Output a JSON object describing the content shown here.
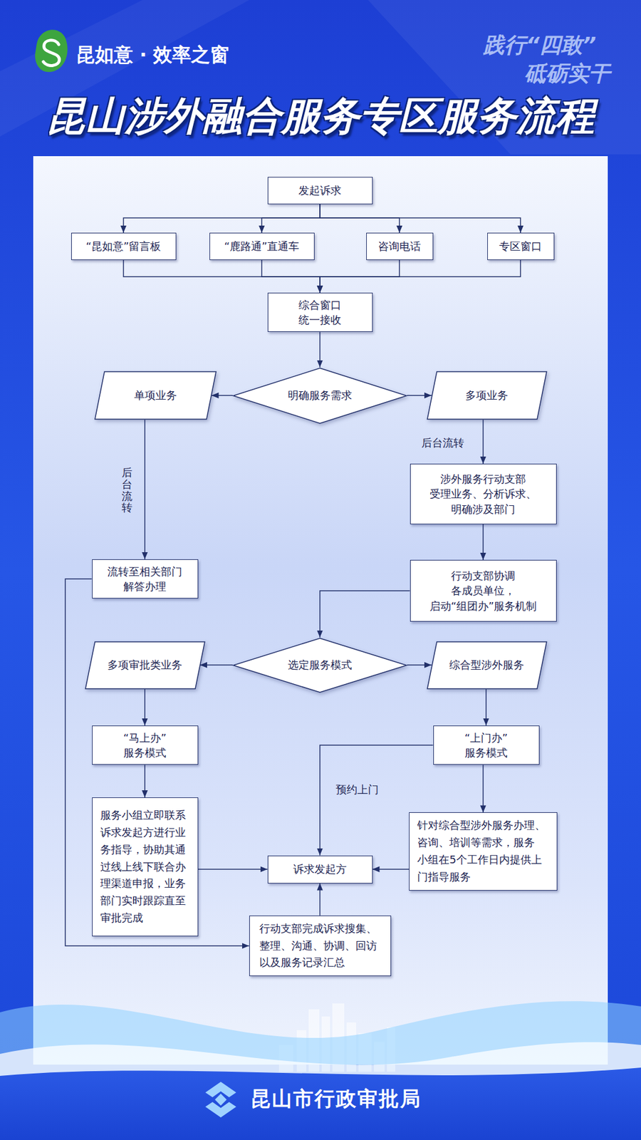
{
  "diagram": {
    "title": "昆山涉外融合服务专区服务流程",
    "nodes": [
      {
        "text": [
          "发起诉求"
        ]
      },
      {
        "text": [
          "“昆如意”留言板"
        ]
      },
      {
        "text": [
          "“鹿路通”直通车"
        ]
      },
      {
        "text": [
          "咨询电话"
        ]
      },
      {
        "text": [
          "专区窗口"
        ]
      },
      {
        "text": [
          "综合窗口 统一接收"
        ]
      },
      {
        "text": [
          "单项业务"
        ]
      },
      {
        "text": [
          "明确服务需求"
        ]
      },
      {
        "text": [
          "多项业务"
        ]
      },
      {
        "text": [
          "涉外服务行动支部 受理业务、分析诉求、 明确涉及部门"
        ]
      },
      {
        "text": [
          "流转至相关部门 解答办理"
        ]
      },
      {
        "text": [
          "行动支部协调 各成员单位， 启动“组团办”服务机制"
        ]
      },
      {
        "text": [
          "多项审批类业务"
        ]
      },
      {
        "text": [
          "选定服务模式"
        ]
      },
      {
        "text": [
          "综合型涉外服务"
        ]
      },
      {
        "text": [
          "“马上办” 服务模式"
        ]
      },
      {
        "text": [
          "“上门办” 服务模式"
        ]
      },
      {
        "text": [
          "服务小组立即联系 诉求发起方进行业 务指导，协助其通 过线上线下联合办 理渠道申报，业务 部门实时跟踪直至 审批完成"
        ]
      },
      {
        "text": [
          "诉求发起方"
        ]
      },
      {
        "text": [
          "针对综合型涉外服务办理、 咨询、培训等需求，服务 小组在5个工作日内提供上 门指导服务"
        ]
      },
      {
        "text": [
          "行动支部完成诉求搜集、 整理、沟通、协调、回访 以及服务记录汇总"
        ]
      }
    ],
    "edges": [
      {
        "from": 0,
        "to": 1,
        "arrow": "to"
      },
      {
        "from": 0,
        "to": 2,
        "arrow": "to"
      },
      {
        "from": 0,
        "to": 3,
        "arrow": "to"
      },
      {
        "from": 0,
        "to": 4,
        "arrow": "to"
      },
      {
        "from": 1,
        "to": 5,
        "arrow": "to"
      },
      {
        "from": 2,
        "to": 5,
        "arrow": "to"
      },
      {
        "from": 3,
        "to": 5,
        "arrow": "to"
      },
      {
        "from": 4,
        "to": 5,
        "arrow": "to"
      },
      {
        "from": 5,
        "to": 7,
        "arrow": "to"
      },
      {
        "from": 7,
        "to": 6,
        "arrow": "to"
      },
      {
        "from": 7,
        "to": 8,
        "arrow": "to"
      },
      {
        "from": 6,
        "to": 10,
        "label": "后台流转",
        "arrow": "to"
      },
      {
        "from": 8,
        "to": 9,
        "label": "后台流转",
        "arrow": "to"
      },
      {
        "from": 9,
        "to": 11,
        "arrow": "to"
      },
      {
        "from": 11,
        "to": 13,
        "arrow": "to"
      },
      {
        "from": 13,
        "to": 12,
        "arrow": "to"
      },
      {
        "from": 13,
        "to": 14,
        "arrow": "to"
      },
      {
        "from": 12,
        "to": 15,
        "arrow": "to"
      },
      {
        "from": 14,
        "to": 16,
        "arrow": "to"
      },
      {
        "from": 15,
        "to": 17,
        "arrow": "to"
      },
      {
        "from": 16,
        "to": 19,
        "arrow": "to"
      },
      {
        "from": 16,
        "to": 18,
        "label": "预约上门",
        "arrow": "to"
      },
      {
        "from": 17,
        "to": 18,
        "arrow": "to"
      },
      {
        "from": 19,
        "to": 18,
        "arrow": "to"
      },
      {
        "from": 20,
        "to": 18,
        "arrow": "to"
      },
      {
        "from": 10,
        "to": 20,
        "arrow": "to"
      }
    ],
    "labels": [
      "昆如意 · 效率之窗",
      "践行“四敢”",
      "砥砺实干",
      "昆山市行政审批局"
    ]
  }
}
